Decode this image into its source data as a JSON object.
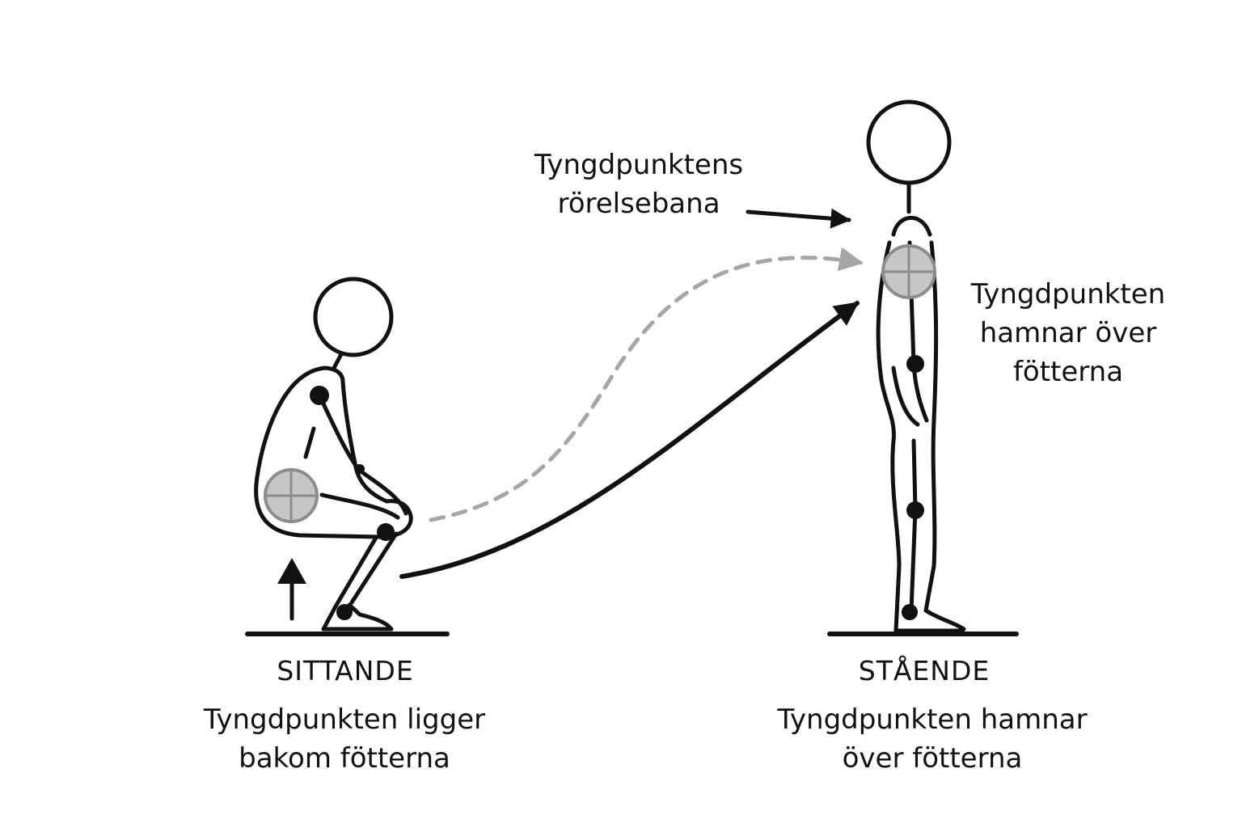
{
  "seated": {
    "title": "SITTANDE",
    "description": [
      "Tyngdpunkten ligger",
      "bakom fötterna"
    ]
  },
  "standing": {
    "title": "STÅENDE",
    "description": [
      "Tyngdpunkten hamnar",
      "över fötterna"
    ]
  },
  "path_note": [
    "Tyngdpunktens",
    "rörelsebana"
  ],
  "cog_note": [
    "Tyngdpunkten",
    "hamnar över",
    "fötterna"
  ],
  "colors": {
    "line": "#111111",
    "center_of_gravity_fill": "#c6c6c6",
    "center_of_gravity_stroke": "#8c8c8c",
    "dashed_path": "#a6a6a6",
    "background": "#ffffff"
  },
  "icons": {
    "center_of_gravity": "crosshair-circle-icon",
    "up_arrow": "up-arrow-icon"
  }
}
